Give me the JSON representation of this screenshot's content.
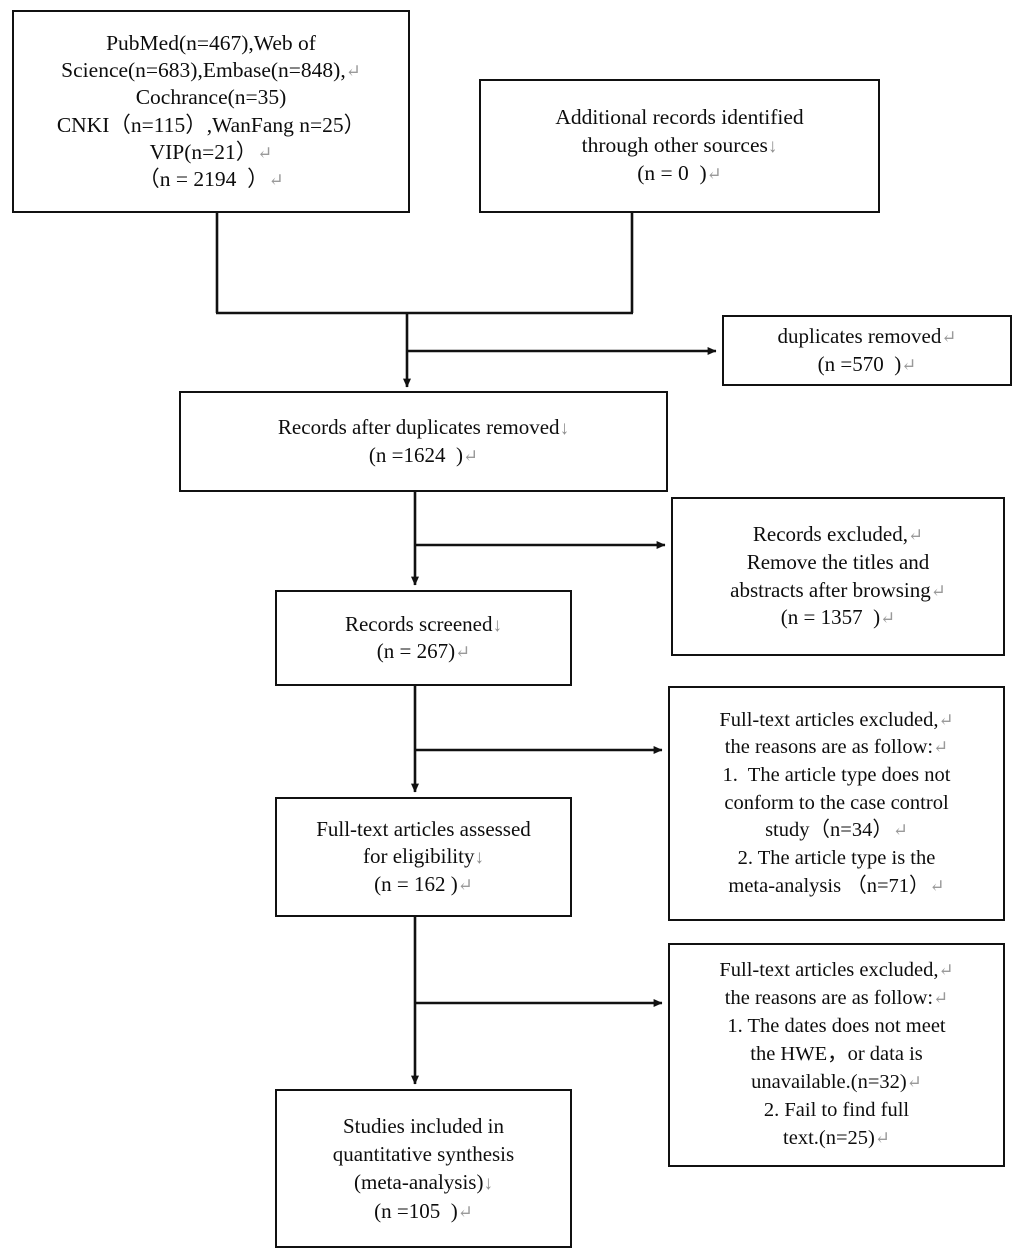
{
  "diagram": {
    "title": "PRISMA study selection flow diagram",
    "type": "flowchart",
    "glyphs": {
      "return_mark": "↵",
      "down_mark": "↓"
    },
    "nodes": {
      "sources": {
        "name": "records-identified-through-database-searching",
        "lines": [
          "PubMed(n=467),Web of",
          "Science(n=683),Embase(n=848),",
          "Cochrance(n=35)",
          "CNKI（n=115）,WanFang n=25）",
          "VIP(n=21）",
          "（n = 2194  ）"
        ],
        "marks": [
          "",
          "ret",
          "",
          "",
          "ret",
          "ret"
        ],
        "counts": {
          "PubMed": 467,
          "Web of Science": 683,
          "Embase": 848,
          "Cochrance": 35,
          "CNKI": 115,
          "WanFang": 25,
          "VIP": 21,
          "total": 2194
        }
      },
      "additional": {
        "name": "additional-records-identified",
        "lines": [
          "Additional records identified",
          "through other sources",
          "(n = 0  )"
        ],
        "marks": [
          "",
          "down",
          "ret"
        ],
        "count": 0
      },
      "duplicates": {
        "name": "duplicates-removed",
        "lines": [
          "duplicates removed",
          "(n =570  )"
        ],
        "marks": [
          "ret",
          "ret"
        ],
        "count": 570
      },
      "after_dupes": {
        "name": "records-after-duplicates-removed",
        "lines": [
          "Records after duplicates removed",
          "(n =1624  )"
        ],
        "marks": [
          "down",
          "ret"
        ],
        "count": 1624
      },
      "records_excluded": {
        "name": "records-excluded",
        "lines": [
          "Records excluded,",
          "Remove the titles and",
          "abstracts after browsing",
          "(n = 1357  )"
        ],
        "marks": [
          "ret",
          "",
          "ret",
          "ret"
        ],
        "count": 1357
      },
      "screened": {
        "name": "records-screened",
        "lines": [
          "Records screened",
          "(n = 267)"
        ],
        "marks": [
          "down",
          "ret"
        ],
        "count": 267
      },
      "ft_excluded_1": {
        "name": "full-text-articles-excluded-screening",
        "lines": [
          "Full-text articles excluded,",
          "the reasons are as follow:",
          "1.  The article type does not",
          "conform to the case control",
          "study（n=34）",
          "2. The article type is the",
          "meta-analysis （n=71）"
        ],
        "marks": [
          "ret",
          "ret",
          "",
          "",
          "ret",
          "",
          "ret"
        ],
        "reasons": [
          {
            "text": "The article type does not conform to the case control study",
            "n": 34
          },
          {
            "text": "The article type is the meta-analysis",
            "n": 71
          }
        ]
      },
      "ft_assessed": {
        "name": "full-text-articles-assessed-for-eligibility",
        "lines": [
          "Full-text articles assessed",
          "for eligibility",
          "(n = 162 )"
        ],
        "marks": [
          "",
          "down",
          "ret"
        ],
        "count": 162
      },
      "ft_excluded_2": {
        "name": "full-text-articles-excluded-eligibility",
        "lines": [
          "Full-text articles excluded,",
          "the reasons are as follow:",
          "1. The dates does not meet",
          "the HWE，or data is",
          "unavailable.(n=32)",
          "2. Fail to find full",
          "text.(n=25)"
        ],
        "marks": [
          "ret",
          "ret",
          "",
          "",
          "ret",
          "",
          "ret"
        ],
        "reasons": [
          {
            "text": "The dates does not meet the HWE, or data is unavailable.",
            "n": 32
          },
          {
            "text": "Fail to find full text.",
            "n": 25
          }
        ]
      },
      "included": {
        "name": "studies-included-in-quantitative-synthesis",
        "lines": [
          "Studies included in",
          "quantitative synthesis",
          "(meta-analysis)",
          "(n =105  )"
        ],
        "marks": [
          "",
          "",
          "down",
          "ret"
        ],
        "count": 105
      }
    },
    "colors": {
      "stroke": "#111111",
      "text": "#0d0d0d",
      "mark": "#9a9a9a",
      "background": "#ffffff"
    }
  }
}
